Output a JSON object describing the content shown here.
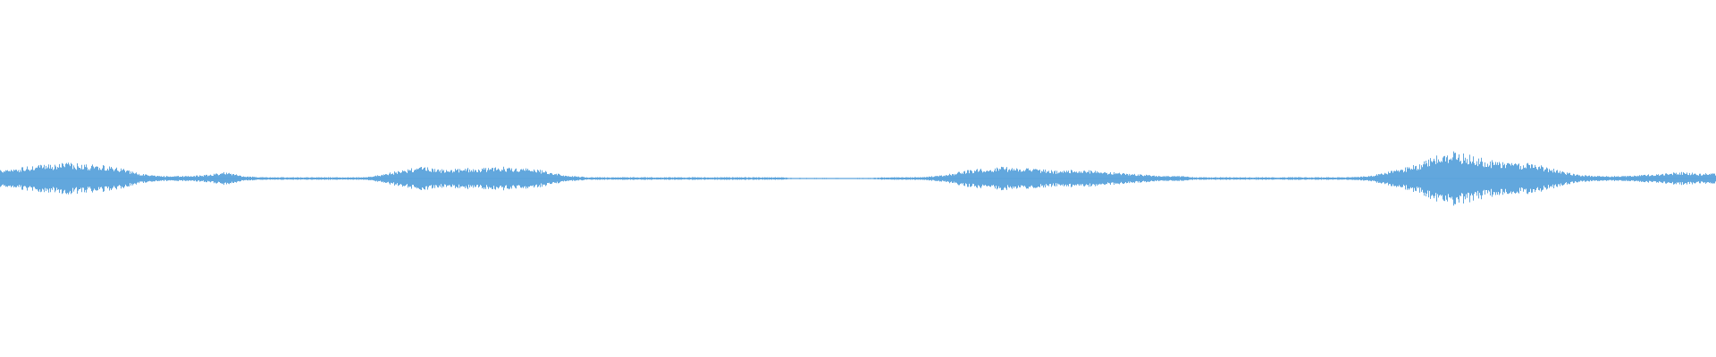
{
  "waveform": {
    "color": "#5aa3dc",
    "background": "#ffffff",
    "amplitude_scale": 1,
    "envelope": [
      0.07,
      0.08,
      0.1,
      0.11,
      0.12,
      0.11,
      0.1,
      0.08,
      0.04,
      0.02,
      0.02,
      0.02,
      0.03,
      0.05,
      0.02,
      0.01,
      0.01,
      0.01,
      0.01,
      0.01,
      0.01,
      0.01,
      0.03,
      0.06,
      0.09,
      0.08,
      0.07,
      0.08,
      0.08,
      0.09,
      0.08,
      0.07,
      0.04,
      0.02,
      0.01,
      0.01,
      0.01,
      0.01,
      0.01,
      0.01,
      0.01,
      0.01,
      0.01,
      0.01,
      0.01,
      0.01,
      0.005,
      0.005,
      0.005,
      0.005,
      0.005,
      0.01,
      0.01,
      0.01,
      0.02,
      0.04,
      0.07,
      0.08,
      0.09,
      0.08,
      0.07,
      0.06,
      0.07,
      0.06,
      0.05,
      0.04,
      0.03,
      0.02,
      0.02,
      0.01,
      0.01,
      0.01,
      0.01,
      0.01,
      0.01,
      0.01,
      0.01,
      0.01,
      0.01,
      0.02,
      0.05,
      0.08,
      0.12,
      0.18,
      0.21,
      0.17,
      0.14,
      0.12,
      0.12,
      0.1,
      0.06,
      0.03,
      0.02,
      0.02,
      0.02,
      0.03,
      0.04,
      0.05,
      0.04,
      0.04
    ]
  }
}
